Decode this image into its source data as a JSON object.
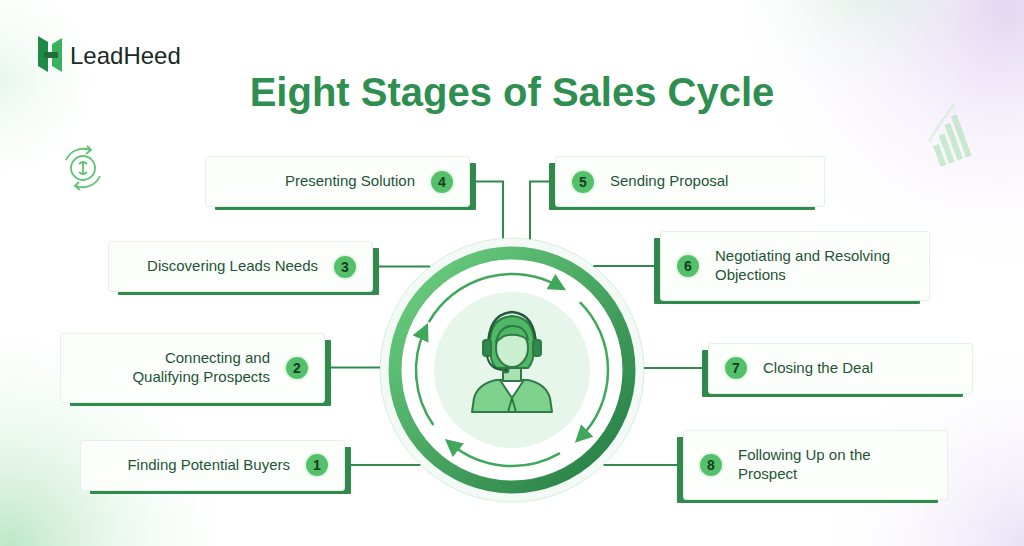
{
  "diagram": {
    "title": "Eight Stages of Sales Cycle",
    "nodes": [
      {
        "text": [
          "Finding Potential Buyers"
        ]
      },
      {
        "text": [
          "1"
        ],
        "in": 0
      },
      {
        "text": [
          "Connecting and Qualifying Prospects"
        ]
      },
      {
        "text": [
          "2"
        ],
        "in": 2
      },
      {
        "text": [
          "Discovering Leads Needs"
        ]
      },
      {
        "text": [
          "3"
        ],
        "in": 4
      },
      {
        "text": [
          "Presenting Solution"
        ]
      },
      {
        "text": [
          "4"
        ],
        "in": 6
      },
      {
        "text": [
          "Sending Proposal"
        ]
      },
      {
        "text": [
          "5"
        ],
        "in": 8
      },
      {
        "text": [
          "Negotiating and Resolving Objections"
        ]
      },
      {
        "text": [
          "6"
        ],
        "in": 10
      },
      {
        "text": [
          "Closing the Deal"
        ]
      },
      {
        "text": [
          "7"
        ],
        "in": 12
      },
      {
        "text": [
          "Following Up on the Prospect"
        ]
      },
      {
        "text": [
          "8"
        ],
        "in": 14
      }
    ],
    "labels": [
      "LeadHeed"
    ]
  }
}
